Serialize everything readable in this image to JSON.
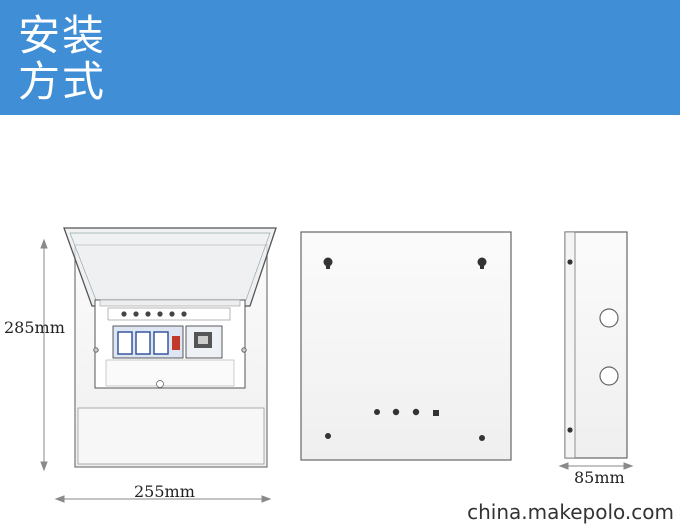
{
  "banner": {
    "title_line1": "安装",
    "title_line2": "方式",
    "bg_color": "#3f8ed6"
  },
  "dimensions": {
    "height_label": "285mm",
    "width_label": "255mm",
    "depth_label": "85mm"
  },
  "watermark": "china.makepolo.com"
}
